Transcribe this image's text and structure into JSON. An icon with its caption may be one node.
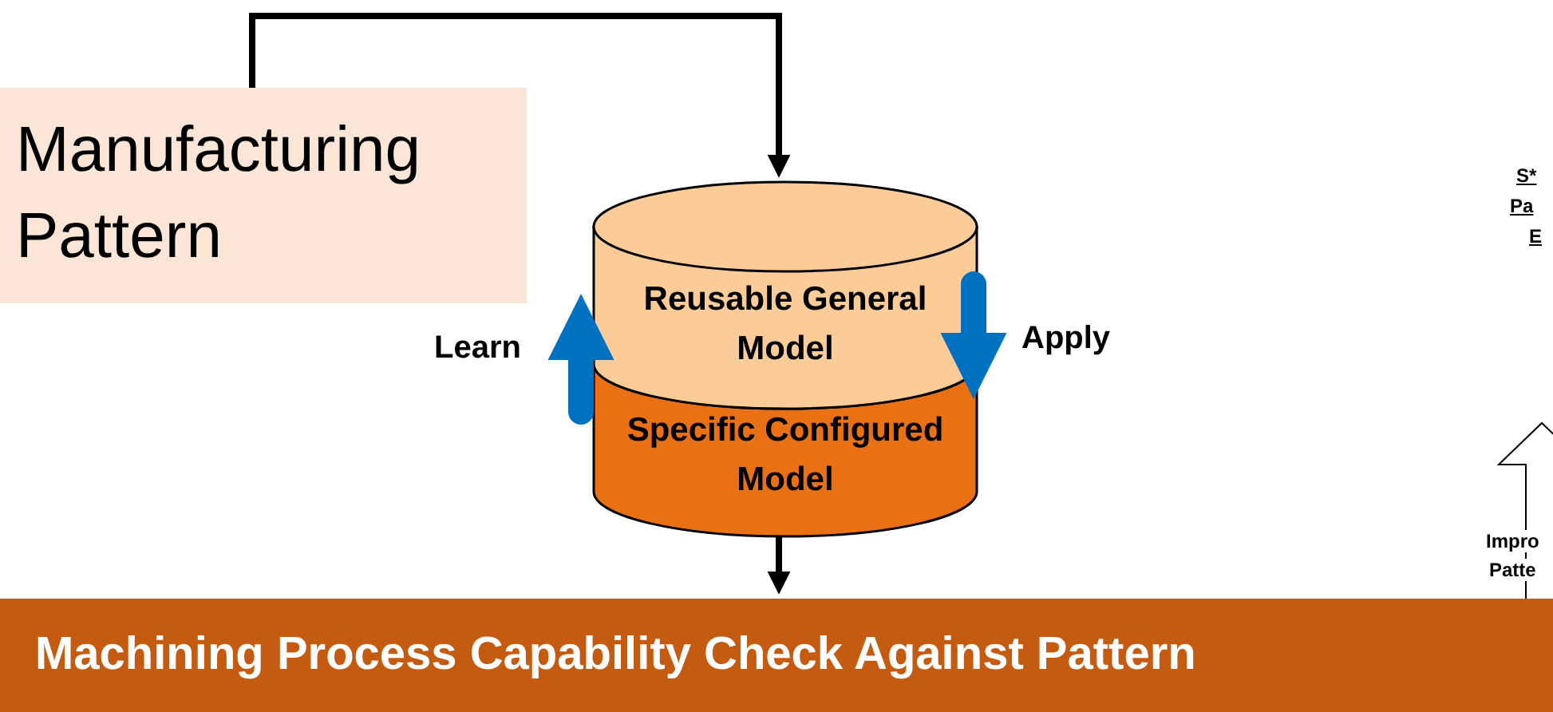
{
  "diagram": {
    "nodes": [
      {
        "text": [
          "Manufacturing Pattern"
        ]
      },
      {
        "text": [
          "Reusable General Model"
        ]
      },
      {
        "text": [
          "Specific Configured Model"
        ]
      },
      {
        "text": [
          "Machining Process Capability Check Against Pattern"
        ]
      }
    ],
    "edges": [
      {
        "from": 0,
        "to": 1,
        "arrow": "to"
      },
      {
        "from": 2,
        "to": 1,
        "arrow": "to",
        "label": "Learn",
        "style": "thick",
        "color": "#0070c0"
      },
      {
        "from": 1,
        "to": 2,
        "arrow": "to",
        "label": "Apply",
        "style": "thick",
        "color": "#0070c0"
      },
      {
        "from": 2,
        "to": 3,
        "arrow": "to"
      }
    ],
    "labels": [
      "S*",
      "Pa",
      "E",
      "Impro",
      "Patte"
    ]
  }
}
